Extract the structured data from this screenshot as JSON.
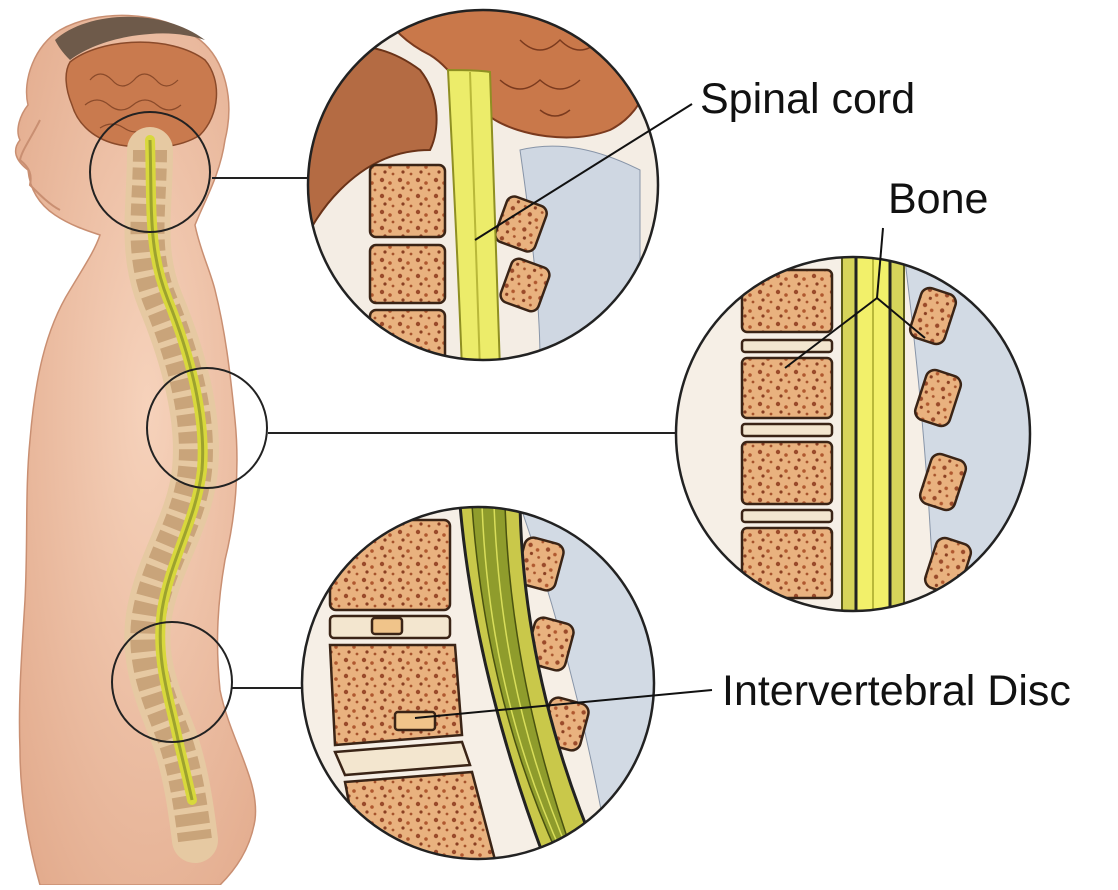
{
  "labels": {
    "spinal_cord": "Spinal cord",
    "bone": "Bone",
    "intervertebral_disc": "Intervertebral Disc"
  },
  "colors": {
    "skin": "#f0c4a8",
    "skin_shadow": "#dba387",
    "brain": "#c97a4e",
    "cord": "#e8e55a",
    "cord_dark": "#a9a530",
    "bone": "#e9b27f",
    "bone_spots": "#9a4a2a",
    "disc": "#f3e6cf",
    "ligament": "#c9d2de",
    "outline": "#222222"
  }
}
